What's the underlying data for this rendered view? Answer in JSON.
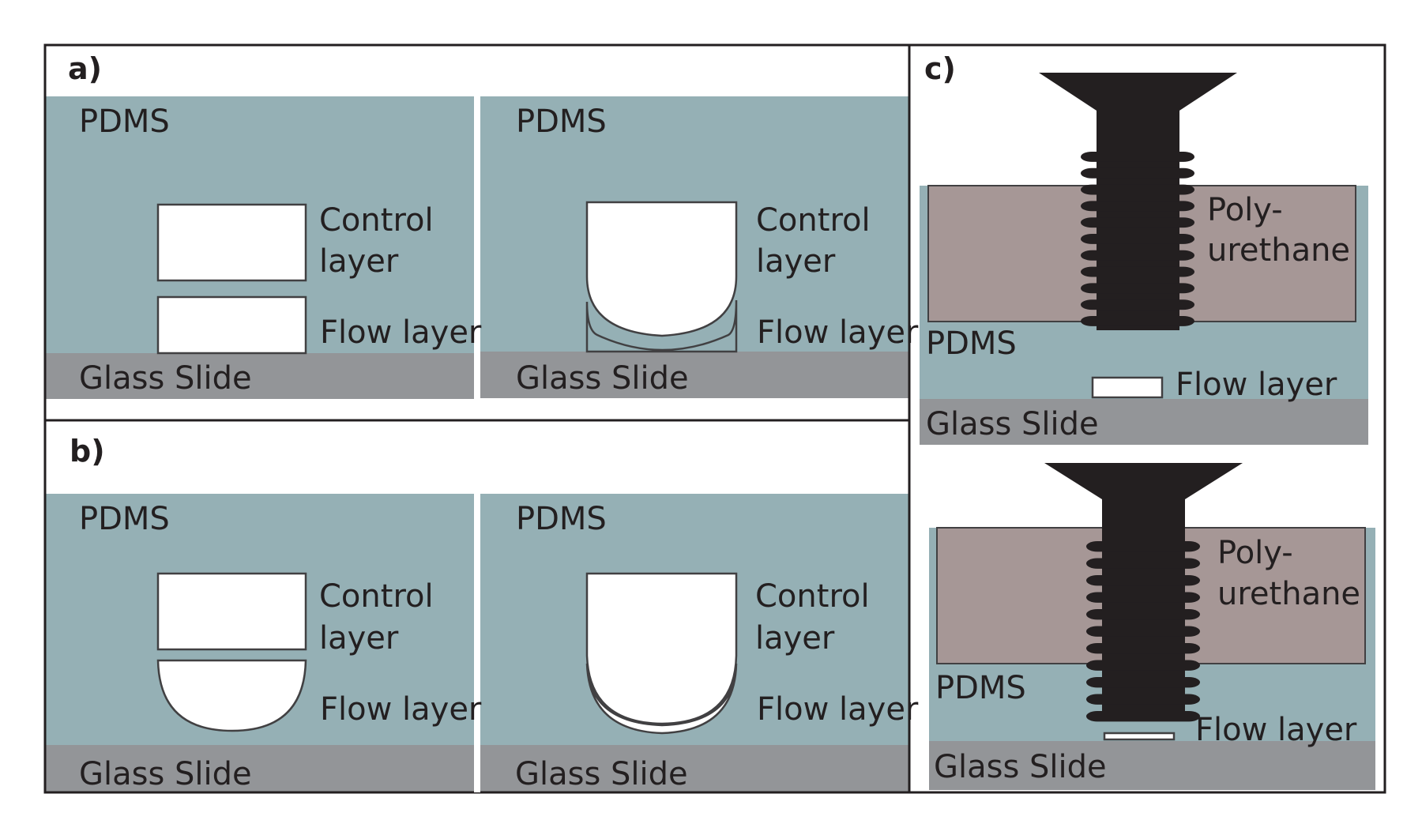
{
  "colors": {
    "pdms": "#95b0b5",
    "glass": "#939598",
    "polyurethane": "#a69796",
    "channel": "#ffffff",
    "outline": "#414042",
    "screw": "#231f20",
    "frame": "#231f20",
    "text": "#231f20"
  },
  "panels": {
    "a": {
      "label": "a)",
      "left": {
        "pdms": "PDMS",
        "control_line1": "Control",
        "control_line2": "layer",
        "flow": "Flow layer",
        "glass": "Glass Slide"
      },
      "right": {
        "pdms": "PDMS",
        "control_line1": "Control",
        "control_line2": "layer",
        "flow": "Flow layer",
        "glass": "Glass Slide"
      }
    },
    "b": {
      "label": "b)",
      "left": {
        "pdms": "PDMS",
        "control_line1": "Control",
        "control_line2": "layer",
        "flow": "Flow layer",
        "glass": "Glass Slide"
      },
      "right": {
        "pdms": "PDMS",
        "control_line1": "Control",
        "control_line2": "layer",
        "flow": "Flow layer",
        "glass": "Glass Slide"
      }
    },
    "c": {
      "label": "c)",
      "top": {
        "poly_line1": "Poly-",
        "poly_line2": "urethane",
        "pdms": "PDMS",
        "flow": "Flow layer",
        "glass": "Glass Slide"
      },
      "bottom": {
        "poly_line1": "Poly-",
        "poly_line2": "urethane",
        "pdms": "PDMS",
        "flow": "Flow layer",
        "glass": "Glass Slide"
      }
    }
  }
}
